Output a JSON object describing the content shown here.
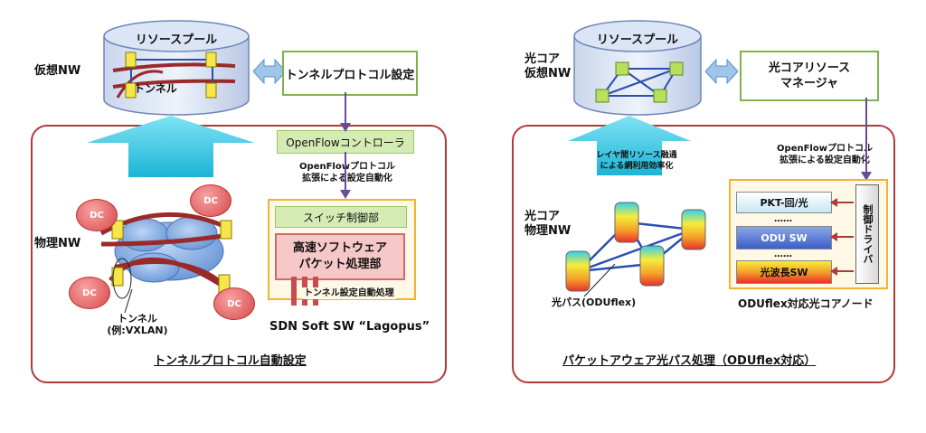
{
  "left": {
    "virtual_nw_label": "仮想NW",
    "resource_pool": "リソースプール",
    "tunnel_inner": "トンネル",
    "tunnel_protocol_box": "トンネルプロトコル設定",
    "openflow_controller": "OpenFlowコントローラ",
    "openflow_ext_line1": "OpenFlowプロトコル",
    "openflow_ext_line2": "拡張による設定自動化",
    "physical_nw_label": "物理NW",
    "dc_label": "DC",
    "switch_control": "スイッチ制御部",
    "fast_sw_line1": "高速ソフトウェア",
    "fast_sw_line2": "パケット処理部",
    "tunnel_auto": "トンネル設定自動処理",
    "lagopus": "SDN Soft SW “Lagopus”",
    "tunnel_label": "トンネル",
    "tunnel_example": "(例:VXLAN)",
    "caption": "トンネルプロトコル自動設定"
  },
  "right": {
    "virtual_nw_line1": "光コア",
    "virtual_nw_line2": "仮想NW",
    "resource_pool": "リソースプール",
    "manager_line1": "光コアリソース",
    "manager_line2": "マネージャ",
    "arrow_text_line1": "レイヤ間リソース融通",
    "arrow_text_line2": "による網利用効率化",
    "openflow_ext_line1": "OpenFlowプロトコル",
    "openflow_ext_line2": "拡張による設定自動化",
    "physical_nw_line1": "光コア",
    "physical_nw_line2": "物理NW",
    "pkt_layer": "PKT-回/光",
    "odu_layer": "ODU SW",
    "lambda_layer": "光波長SW",
    "dots": "……",
    "control_driver": "制御ドライバ",
    "optical_path": "光パス(ODUflex)",
    "node_label": "ODUflex対応光コアノード",
    "caption": "パケットアウェア光パス処理（ODUflex対応）"
  },
  "colors": {
    "panel_border": "#b03a3a",
    "green_border": "#7fb24a",
    "cyan_arrow": "#2fb7d6",
    "orange_frame": "#f2b233",
    "tunnel_red": "#9a2a2a",
    "link_blue": "#2a4fb0"
  }
}
